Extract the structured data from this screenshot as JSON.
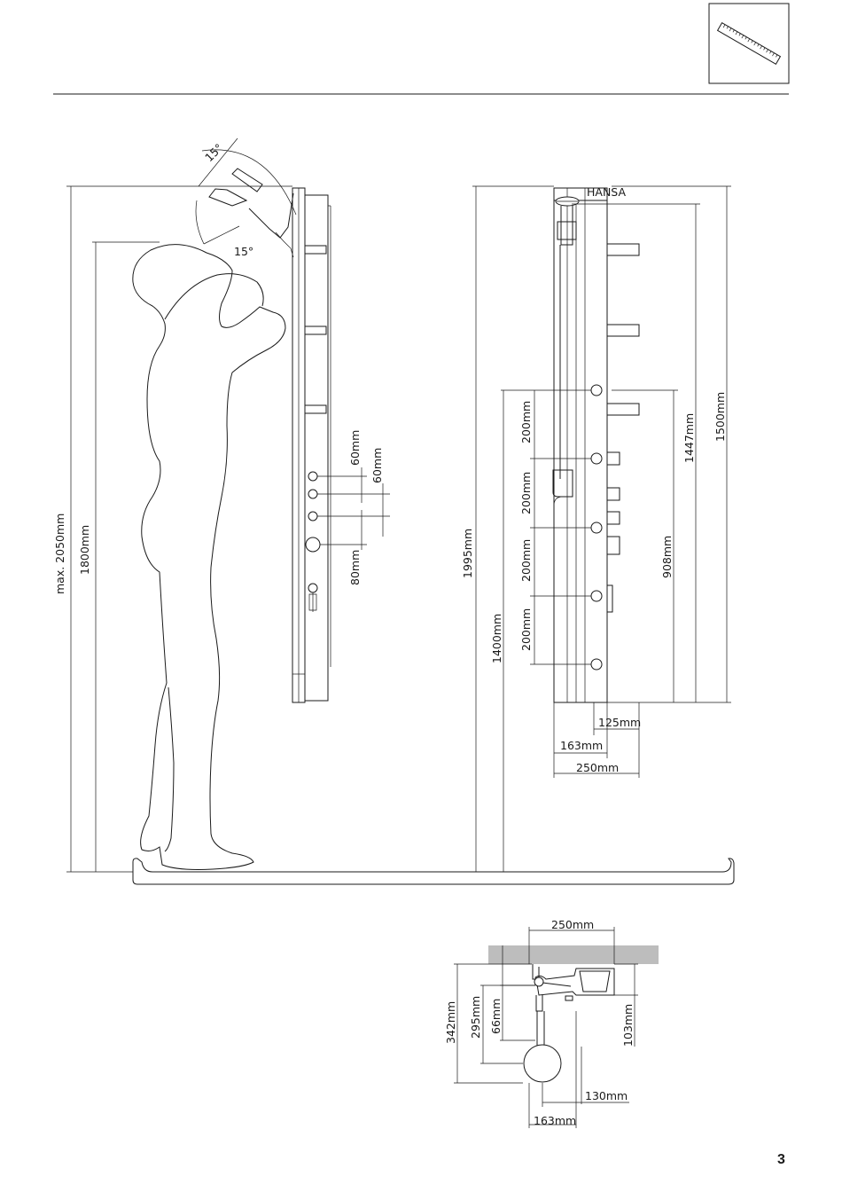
{
  "page_number": "3",
  "icon": "ruler-icon",
  "side_view": {
    "angle_top": "15°",
    "angle_bottom": "15°",
    "max_height": "max. 2050mm",
    "person_height": "1800mm",
    "spacing_1": "60mm",
    "spacing_2": "60mm",
    "spacing_3": "80mm"
  },
  "front_view": {
    "total_height": "1995mm",
    "nozzle_height": "1400mm",
    "nozzle_spacing_1": "200mm",
    "nozzle_spacing_2": "200mm",
    "nozzle_spacing_3": "200mm",
    "nozzle_spacing_4": "200mm",
    "shower_arm_height": "1447mm",
    "panel_height": "1500mm",
    "control_height": "908mm",
    "width_small": "125mm",
    "width_mid": "163mm",
    "width_total": "250mm",
    "brand_mark": "HANSA"
  },
  "top_view": {
    "width": "250mm",
    "depth_total": "342mm",
    "depth_head": "295mm",
    "depth_arm": "66mm",
    "depth_panel": "103mm",
    "offset_small": "130mm",
    "offset_mid": "163mm"
  }
}
